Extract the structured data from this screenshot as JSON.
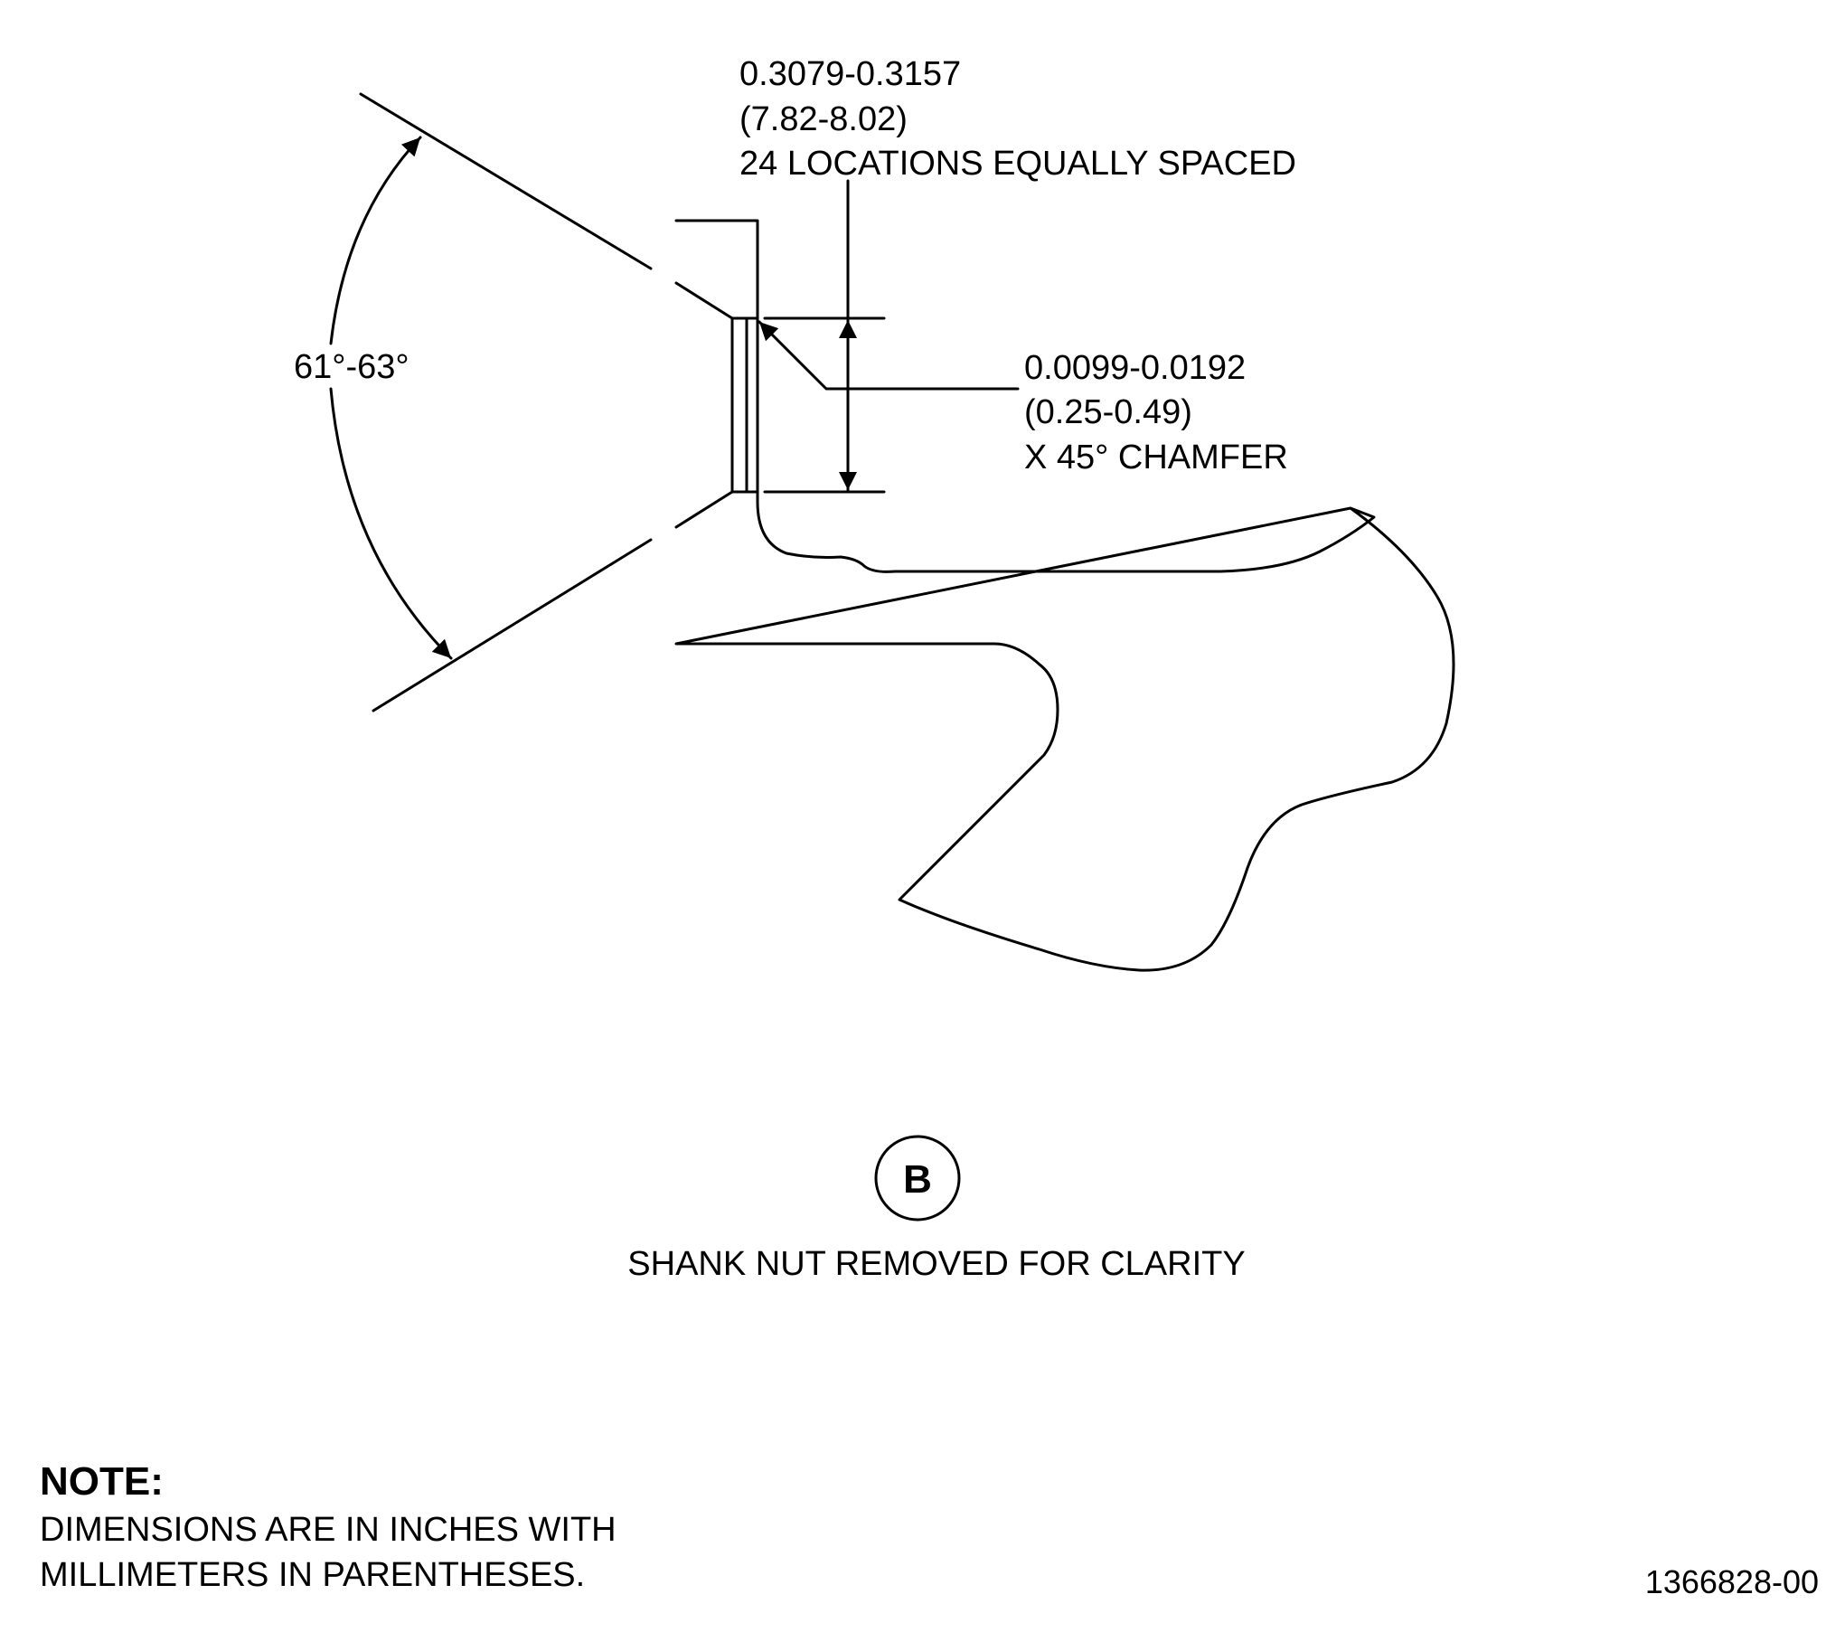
{
  "dimensions": {
    "width_callout": {
      "inches": "0.3079-0.3157",
      "millimeters": "(7.82-8.02)",
      "note": "24 LOCATIONS EQUALLY SPACED"
    },
    "chamfer_callout": {
      "inches": "0.0099-0.0192",
      "millimeters": "(0.25-0.49)",
      "note": "X 45° CHAMFER"
    },
    "angle_callout": "61°-63°"
  },
  "view": {
    "label": "B",
    "caption": "SHANK NUT REMOVED FOR CLARITY"
  },
  "note": {
    "heading": "NOTE:",
    "line1": "DIMENSIONS ARE IN INCHES WITH",
    "line2": "MILLIMETERS IN PARENTHESES."
  },
  "drawing_number": "1366828-00",
  "colors": {
    "line": "#000000",
    "background": "#ffffff"
  }
}
